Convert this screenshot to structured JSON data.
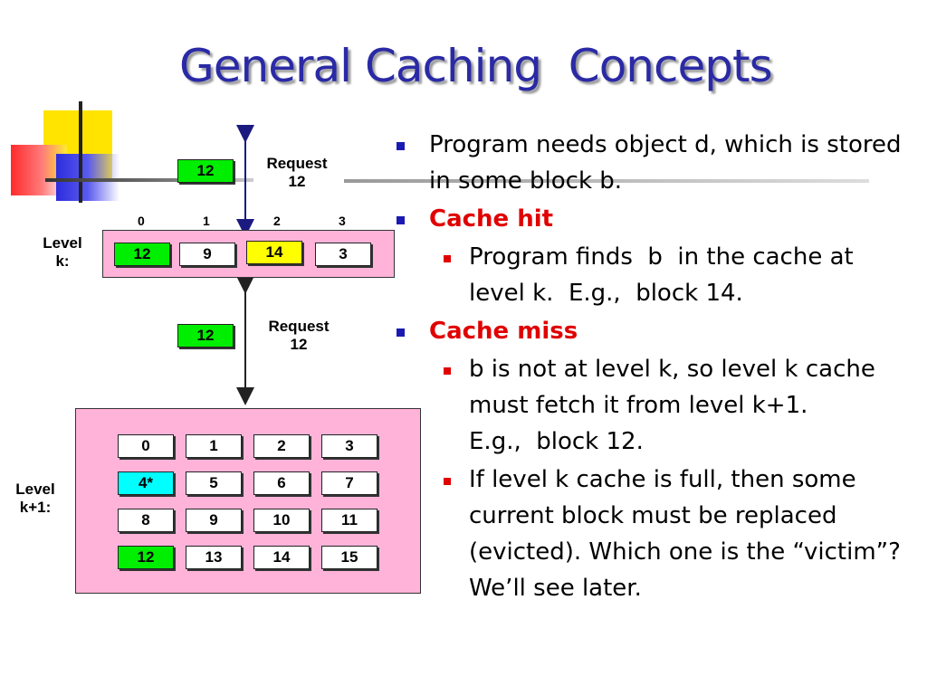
{
  "title": "General Caching  Concepts",
  "request_top": {
    "block": "12",
    "label_line1": "Request",
    "label_line2": "12"
  },
  "request_mid": {
    "block": "12",
    "label_line1": "Request",
    "label_line2": "12"
  },
  "level_k": {
    "label_line1": "Level",
    "label_line2": "k:",
    "indices": [
      "0",
      "1",
      "2",
      "3"
    ],
    "blocks": [
      "12",
      "9",
      "14",
      "3"
    ]
  },
  "level_k1": {
    "label_line1": "Level",
    "label_line2": "k+1:",
    "rows": [
      [
        "0",
        "1",
        "2",
        "3"
      ],
      [
        "4*",
        "5",
        "6",
        "7"
      ],
      [
        "8",
        "9",
        "10",
        "11"
      ],
      [
        "12",
        "13",
        "14",
        "15"
      ]
    ]
  },
  "bullets": {
    "b1": "Program needs object d, which is stored in some block b.",
    "cache_hit": "Cache hit",
    "hit_sub": "Program finds  b  in the cache at level k.  E.g.,  block 14.",
    "cache_miss": "Cache miss",
    "miss_sub1": "b is not at level k, so level k cache  must fetch it from level k+1.                E.g.,  block 12.",
    "miss_sub2": "If level k cache is full, then some current block must be replaced (evicted). Which one is the “victim”? We’ll see later."
  },
  "colors": {
    "title": "#2a2aa6",
    "panel": "#ffb3d9",
    "hit_block": "#ffff00",
    "found_block": "#00ee00",
    "marked_block": "#00ffff",
    "red_text": "#e00000"
  }
}
